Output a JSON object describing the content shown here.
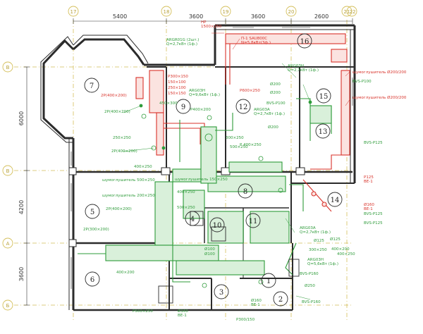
{
  "colors": {
    "wall": "#2b2b2b",
    "duct_supply": "#2e9b3a",
    "duct_exhaust": "#d8322a",
    "axis": "#d4bf5a",
    "dim": "#333333"
  },
  "dimensions": {
    "top": [
      "5400",
      "3600",
      "3600",
      "2600"
    ],
    "left": [
      "6000",
      "4200",
      "3600"
    ]
  },
  "axes": {
    "top": [
      "17",
      "18",
      "19",
      "20",
      "21",
      "22"
    ],
    "left": [
      "B",
      "B",
      "A",
      "Б"
    ]
  },
  "rooms": [
    "7",
    "9",
    "12",
    "16",
    "15",
    "13",
    "8",
    "14",
    "4",
    "10",
    "11",
    "5",
    "6",
    "1",
    "2",
    "3"
  ],
  "labels": {
    "red_1": "HP\n1500×250",
    "red_2": "П-1 SAU800C\nN=5.8кВт(3ф.)",
    "red_3": "Р300×150",
    "red_4": "150×100",
    "red_5": "250×100",
    "red_6": "150×150",
    "red_7": "Р600×250",
    "red_8": "2Р(400×200)",
    "red_9": "шумоглушитель Ø200/200",
    "red_10": "шумоглушитель Ø200/200",
    "red_11": "Р125\nВЕ-1",
    "red_12": "Ø160\nВЕ-1",
    "green_1": "ARGR01G (2шт.)\nQ=2,7кВт (1ф.)",
    "green_2": "ARG03Н\nQ=9,6кВт (1ф.)",
    "green_3": "ARG03A\nQ=2,7кВт (1ф.)",
    "green_4": "ARG03Н\nQ=2,7кВт (1ф.)",
    "green_5": "2Р(400×200)",
    "green_6": "450×300",
    "green_7": "Р400×200",
    "green_8": "300×250",
    "green_9": "500×250",
    "green_10": "Р 400×250",
    "green_11": "Ø200",
    "green_12": "Ø200",
    "green_13": "Ø200",
    "green_14": "BVS-Р100",
    "green_15": "BVS-Р100",
    "green_16": "BVS-Р125",
    "green_17": "BVS-Р125",
    "green_18": "BVS-Р125",
    "green_19": "BVS-Р160",
    "green_20": "BVS-Р160",
    "green_21": "250×250",
    "green_22": "2Р(400×200)",
    "green_23": "400×250",
    "green_24": "шумоглушитель 500×250",
    "green_25": "шумоглушитель 200×250",
    "green_26": "шумоглушитель 150×250",
    "green_27": "2Р(400×200)",
    "green_28": "400×250",
    "green_29": "500×250",
    "green_30": "2Р(300×200)",
    "green_31": "400×200",
    "green_32": "400×200",
    "green_33": "Ø125",
    "green_34": "Ø125",
    "green_35": "Ø100",
    "green_36": "Ø100",
    "green_37": "ARG03A\nQ=2,7кВт (1ф.)",
    "green_38": "ARG03Н\nQ=5,6кВт (1ф.)",
    "green_39": "300×250",
    "green_40": "400×250",
    "green_41": "Ø250",
    "green_42": "Р500×250",
    "green_43": "Р300/150",
    "green_44": "Ø160\nВЕ-1",
    "green_45": "Ø160\nВЕ-1"
  }
}
